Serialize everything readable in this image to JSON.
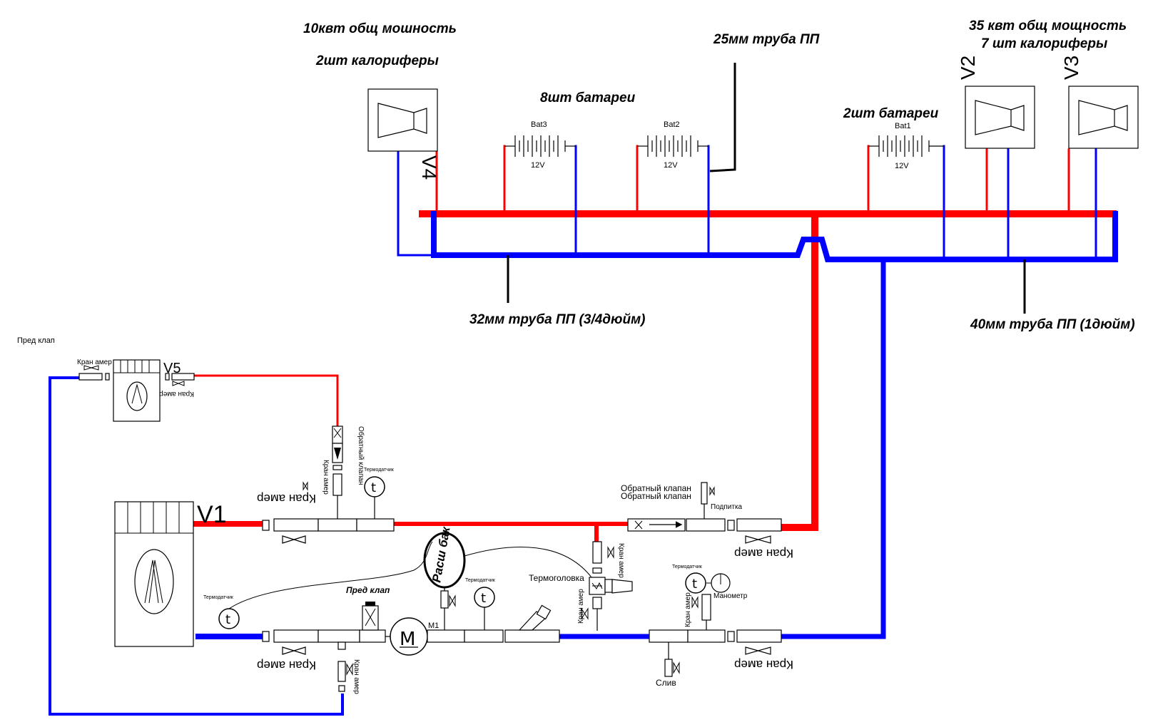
{
  "labels": {
    "top_left_power": "10квт общ мошность",
    "top_left_heaters": "2шт калориферы",
    "batteries_8": "8шт батареи",
    "pipe_25": "25мм труба ПП",
    "batteries_2": "2шт батареи",
    "top_right_power": "35 квт общ мощность",
    "top_right_heaters": "7 шт калориферы",
    "pipe_32": "32мм труба ПП (3/4дюйм)",
    "pipe_40": "40мм труба ПП (1дюйм)",
    "pred_klap_top": "Пред клап",
    "pred_klap": "Пред клап",
    "kran_amer": "Кран амер",
    "kran_amer_mirrored": "Кран амер",
    "obratny_klapan": "Обратный клапан",
    "termodatchik": "Термодатчик",
    "termogolovka": "Термоголовка",
    "podpitka": "Подпитка",
    "manometr": "Манометр",
    "sliv": "Слив",
    "rash_bak": "Расш бак",
    "pump_label": "M1",
    "pump_symbol": "M"
  },
  "units": {
    "v1": "V1",
    "v2": "V2",
    "v3": "V3",
    "v4": "V4",
    "v5": "V5"
  },
  "batteries": [
    {
      "name": "Bat3",
      "voltage": "12V"
    },
    {
      "name": "Bat2",
      "voltage": "12V"
    },
    {
      "name": "Bat1",
      "voltage": "12V"
    }
  ],
  "colors": {
    "supply": "#ff0000",
    "return": "#0000ff",
    "outline": "#000000"
  }
}
